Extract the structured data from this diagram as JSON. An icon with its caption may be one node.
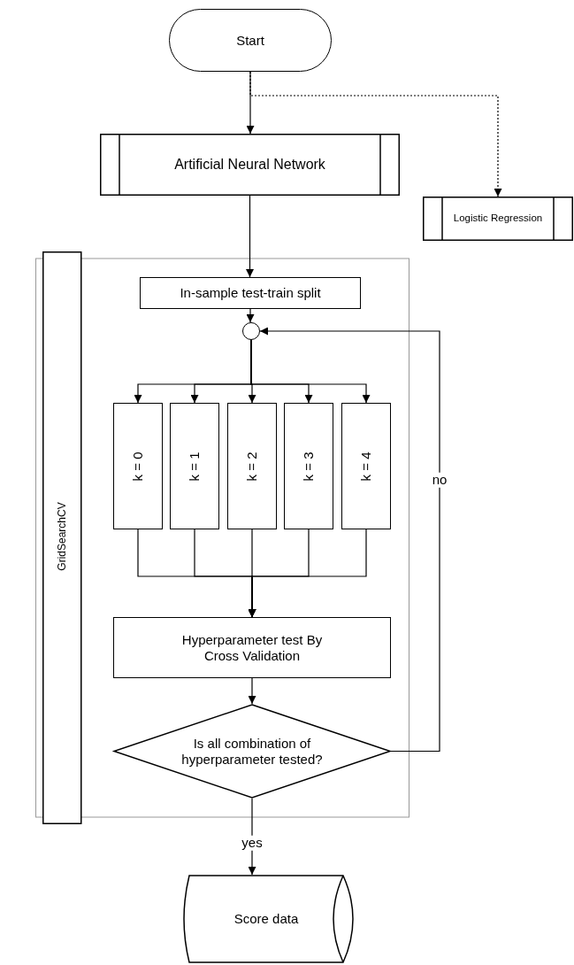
{
  "diagram": {
    "nodes": [
      {
        "text": [
          "Start"
        ]
      },
      {
        "text": [
          "Artificial Neural Network"
        ]
      },
      {
        "text": [
          "Logistic Regression"
        ]
      },
      {
        "text": [
          "GridSearchCV"
        ]
      },
      {
        "text": [
          "In-sample test-train split"
        ],
        "in": 3
      },
      {
        "text": [],
        "shape": "circle",
        "in": 3
      },
      {
        "text": [
          "k = 0"
        ],
        "in": 3
      },
      {
        "text": [
          "k = 1"
        ],
        "in": 3
      },
      {
        "text": [
          "k = 2"
        ],
        "in": 3
      },
      {
        "text": [
          "k = 3"
        ],
        "in": 3
      },
      {
        "text": [
          "k = 4"
        ],
        "in": 3
      },
      {
        "text": [
          "Hyperparameter test By Cross Validation"
        ],
        "in": 3
      },
      {
        "text": [
          "Is all combination of hyperparameter tested?"
        ],
        "in": 3
      },
      {
        "text": [
          "Score data"
        ]
      }
    ],
    "edges": [
      {
        "from": 0,
        "to": 1,
        "arrow": "to"
      },
      {
        "from": 0,
        "to": 2,
        "arrow": "to",
        "style": "dashed"
      },
      {
        "from": 1,
        "to": 4,
        "arrow": "to"
      },
      {
        "from": 4,
        "to": 5,
        "arrow": "to"
      },
      {
        "from": 5,
        "to": 6,
        "arrow": "to"
      },
      {
        "from": 5,
        "to": 7,
        "arrow": "to"
      },
      {
        "from": 5,
        "to": 8,
        "arrow": "to"
      },
      {
        "from": 5,
        "to": 9,
        "arrow": "to"
      },
      {
        "from": 5,
        "to": 10,
        "arrow": "to"
      },
      {
        "from": 6,
        "to": 11,
        "arrow": "to"
      },
      {
        "from": 7,
        "to": 11,
        "arrow": "to"
      },
      {
        "from": 8,
        "to": 11,
        "arrow": "to"
      },
      {
        "from": 9,
        "to": 11,
        "arrow": "to"
      },
      {
        "from": 10,
        "to": 11,
        "arrow": "to"
      },
      {
        "from": 11,
        "to": 12,
        "arrow": "to"
      },
      {
        "from": 12,
        "to": 5,
        "arrow": "to",
        "label": "no"
      },
      {
        "from": 12,
        "to": 13,
        "arrow": "to",
        "label": "yes"
      }
    ]
  }
}
